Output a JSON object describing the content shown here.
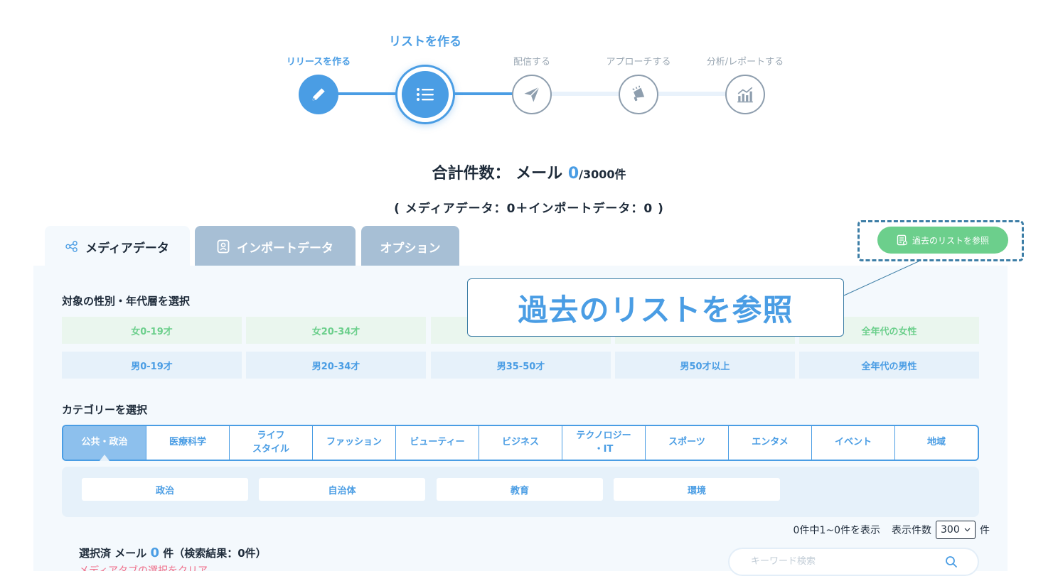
{
  "stepper": {
    "steps": [
      {
        "label": "リリースを作る",
        "state": "done",
        "icon": "pencil-icon"
      },
      {
        "label": "リストを作る",
        "state": "current",
        "icon": "list-icon"
      },
      {
        "label": "配信する",
        "state": "todo",
        "icon": "paper-plane-icon"
      },
      {
        "label": "アプローチする",
        "state": "todo",
        "icon": "megaphone-icon"
      },
      {
        "label": "分析/レポートする",
        "state": "todo",
        "icon": "bar-chart-icon"
      }
    ]
  },
  "totals": {
    "label": "合計件数： メール ",
    "count": "0",
    "max": "/3000",
    "unit": "件",
    "breakdown": "( メディアデータ：0＋インポートデータ：0 )"
  },
  "tabs": [
    {
      "label": "メディアデータ",
      "icon": "share-nodes-icon",
      "active": true
    },
    {
      "label": "インポートデータ",
      "icon": "contact-card-icon",
      "active": false
    },
    {
      "label": "オプション",
      "active": false
    }
  ],
  "past_list_button": {
    "label": "過去のリストを参照",
    "icon": "document-list-icon"
  },
  "callout": {
    "text": "過去のリストを参照"
  },
  "gender": {
    "title": "対象の性別・年代層を選択",
    "female": [
      "女0-19才",
      "女20-34才",
      "",
      "",
      "全年代の女性"
    ],
    "male": [
      "男0-19才",
      "男20-34才",
      "男35-50才",
      "男50才以上",
      "全年代の男性"
    ]
  },
  "category": {
    "title": "カテゴリーを選択",
    "items": [
      "公共・政治",
      "医療科学",
      "ライフ\nスタイル",
      "ファッション",
      "ビューティー",
      "ビジネス",
      "テクノロジー\n・IT",
      "スポーツ",
      "エンタメ",
      "イベント",
      "地域"
    ],
    "selected_index": 0,
    "subcategories": [
      "政治",
      "自治体",
      "教育",
      "環境"
    ]
  },
  "pager": {
    "summary": "0件中1~0件を表示",
    "per_page_label": "表示件数",
    "per_page_value": "300",
    "unit": "件"
  },
  "selection": {
    "prefix": "選択済 メール ",
    "count": "0",
    "suffix": " 件（検索結果：0件）",
    "clear_label": "メディアタブの選択をクリア"
  },
  "search": {
    "placeholder": "キーワード検索",
    "value": ""
  },
  "colors": {
    "accent": "#4a9de4",
    "green": "#6ccf8c",
    "tab_inactive": "#a7bfd5",
    "panel": "#f4f9fd",
    "clear_link": "#ef6f8a"
  }
}
